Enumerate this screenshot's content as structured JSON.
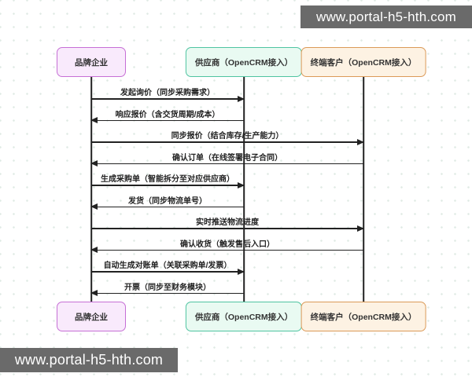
{
  "watermark": {
    "text": "www.portal-h5-hth.com",
    "background": "#6a6a6a",
    "color": "#ffffff"
  },
  "diagram": {
    "line_color": "#222222",
    "actors": [
      {
        "id": "brand",
        "label": "品牌企业",
        "fill": "#f9eafc",
        "border": "#c66fd5"
      },
      {
        "id": "supplier",
        "label": "供应商（OpenCRM接入）",
        "fill": "#e9faf2",
        "border": "#4fc4a1"
      },
      {
        "id": "customer",
        "label": "终端客户（OpenCRM接入）",
        "fill": "#fdf2e3",
        "border": "#db9a58"
      }
    ],
    "messages": [
      {
        "from": "brand",
        "to": "supplier",
        "label": "发起询价（同步采购需求）"
      },
      {
        "from": "supplier",
        "to": "brand",
        "label": "响应报价（含交货周期/成本）"
      },
      {
        "from": "brand",
        "to": "customer",
        "label": "同步报价（结合库存/生产能力）"
      },
      {
        "from": "customer",
        "to": "brand",
        "label": "确认订单（在线签署电子合同）"
      },
      {
        "from": "brand",
        "to": "supplier",
        "label": "生成采购单（智能拆分至对应供应商）"
      },
      {
        "from": "supplier",
        "to": "brand",
        "label": "发货（同步物流单号）"
      },
      {
        "from": "brand",
        "to": "customer",
        "label": "实时推送物流进度"
      },
      {
        "from": "customer",
        "to": "brand",
        "label": "确认收货（触发售后入口）"
      },
      {
        "from": "brand",
        "to": "supplier",
        "label": "自动生成对账单（关联采购单/发票）"
      },
      {
        "from": "supplier",
        "to": "brand",
        "label": "开票（同步至财务模块）"
      }
    ]
  }
}
